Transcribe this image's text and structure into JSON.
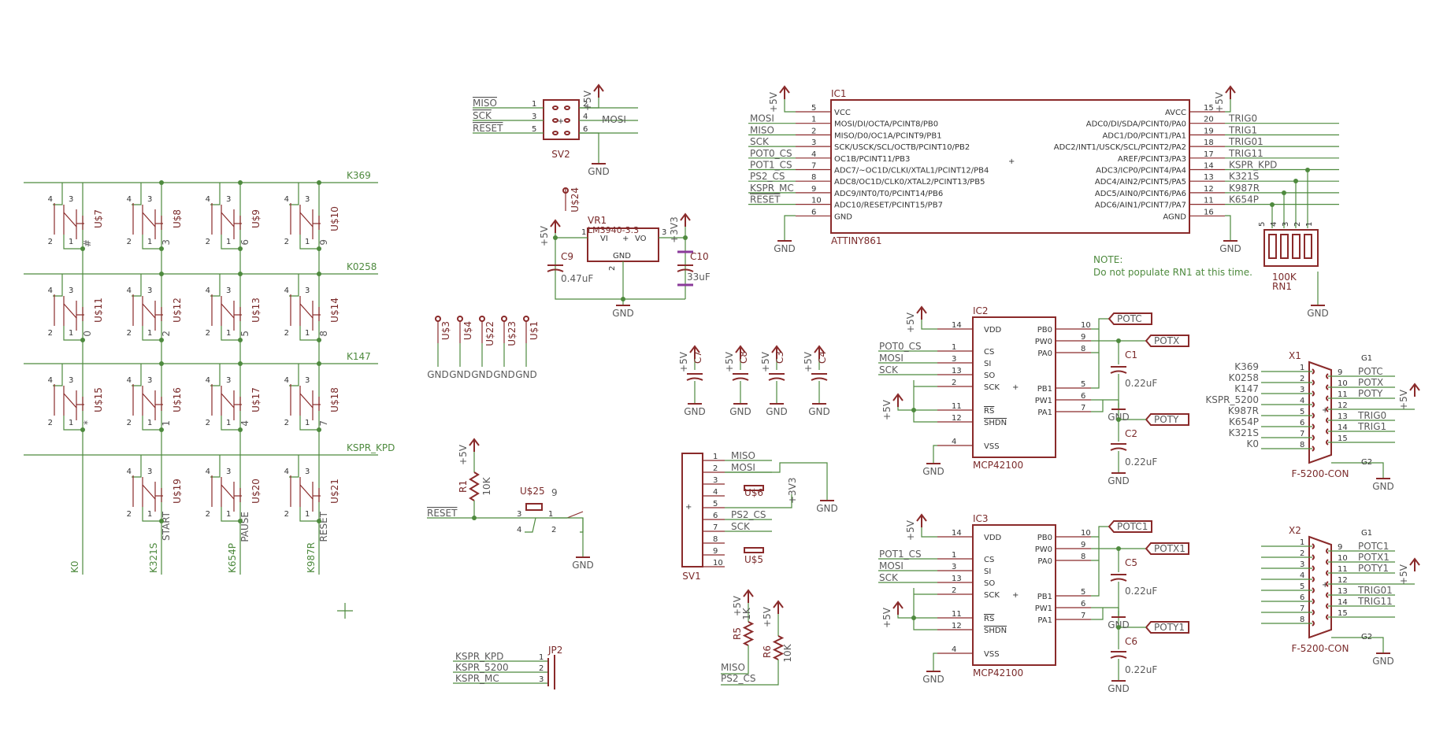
{
  "ic1": {
    "name": "IC1",
    "value": "ATTINY861",
    "left_pins": [
      {
        "num": "5",
        "name": "VCC",
        "net": ""
      },
      {
        "num": "1",
        "name": "MOSI/DI/OCTA/PCINT8/PB0",
        "net": "MOSI"
      },
      {
        "num": "2",
        "name": "MISO/D0/OC1A/PCINT9/PB1",
        "net": "MISO"
      },
      {
        "num": "3",
        "name": "SCK/USCK/SCL/OCTB/PCINT10/PB2",
        "net": "SCK"
      },
      {
        "num": "4",
        "name": "OC1B/PCINT11/PB3",
        "net": "POT0_CS"
      },
      {
        "num": "7",
        "name": "ADC7/~OC1D/CLKI/XTAL1/PCINT12/PB4",
        "net": "POT1_CS"
      },
      {
        "num": "8",
        "name": "ADC8/OC1D/CLK0/XTAL2/PCINT13/PB5",
        "net": "PS2_CS"
      },
      {
        "num": "9",
        "name": "ADC9/INT0/T0/PCINT14/PB6",
        "net": "KSPR_MC"
      },
      {
        "num": "10",
        "name": "ADC10/RESET/PCINT15/PB7",
        "net": "RESET"
      },
      {
        "num": "6",
        "name": "GND",
        "net": ""
      }
    ],
    "right_pins": [
      {
        "num": "15",
        "name": "AVCC",
        "net": ""
      },
      {
        "num": "20",
        "name": "ADC0/DI/SDA/PCINT0/PA0",
        "net": "TRIG0"
      },
      {
        "num": "19",
        "name": "ADC1/D0/PCINT1/PA1",
        "net": "TRIG1"
      },
      {
        "num": "18",
        "name": "ADC2/INT1/USCK/SCL/PCINT2/PA2",
        "net": "TRIG01"
      },
      {
        "num": "17",
        "name": "AREF/PCINT3/PA3",
        "net": "TRIG11"
      },
      {
        "num": "14",
        "name": "ADC3/ICP0/PCINT4/PA4",
        "net": "KSPR_KPD"
      },
      {
        "num": "13",
        "name": "ADC4/AIN2/PCINT5/PA5",
        "net": "K321S"
      },
      {
        "num": "12",
        "name": "ADC5/AIN0/PCINT6/PA6",
        "net": "K987R"
      },
      {
        "num": "11",
        "name": "ADC6/AIN1/PCINT7/PA7",
        "net": "K654P"
      },
      {
        "num": "16",
        "name": "AGND",
        "net": ""
      }
    ]
  },
  "note": {
    "title": "NOTE:",
    "text": "Do not populate RN1 at this time."
  },
  "rn1": {
    "name": "RN1",
    "value": "100K",
    "pins": [
      "5",
      "4",
      "3",
      "2",
      "1"
    ]
  },
  "keypad": {
    "rows": [
      "K369",
      "K0258",
      "K147",
      "KSPR_KPD"
    ],
    "cols": [
      "K0",
      "K321S",
      "K654P",
      "K987R"
    ],
    "switches": [
      {
        "name": "U$7",
        "key": "#"
      },
      {
        "name": "U$8",
        "key": "3"
      },
      {
        "name": "U$9",
        "key": "6"
      },
      {
        "name": "U$10",
        "key": "9"
      },
      {
        "name": "U$11",
        "key": "0"
      },
      {
        "name": "U$12",
        "key": "2"
      },
      {
        "name": "U$13",
        "key": "5"
      },
      {
        "name": "U$14",
        "key": "8"
      },
      {
        "name": "U$15",
        "key": "*"
      },
      {
        "name": "U$16",
        "key": "1"
      },
      {
        "name": "U$17",
        "key": "4"
      },
      {
        "name": "U$18",
        "key": "7"
      },
      {
        "name": "U$19",
        "key": "START"
      },
      {
        "name": "U$20",
        "key": "PAUSE"
      },
      {
        "name": "U$21",
        "key": "RESET"
      }
    ],
    "pin_nums": [
      "4",
      "3",
      "2",
      "1"
    ]
  },
  "sv2": {
    "name": "SV2",
    "left": [
      {
        "net": "MISO",
        "pin": "1"
      },
      {
        "net": "SCK",
        "pin": "3"
      },
      {
        "net": "RESET",
        "pin": "5"
      }
    ],
    "right": [
      {
        "pin": "2",
        "net": "+5V"
      },
      {
        "pin": "4",
        "net": "MOSI"
      },
      {
        "pin": "6",
        "net": "GND"
      }
    ]
  },
  "vr1": {
    "name": "VR1",
    "value": "LM3940-3.3",
    "vi": "VI",
    "vo": "VO",
    "gnd": "GND",
    "pin1": "1",
    "pin2": "2",
    "pin3": "3",
    "in": "+5V",
    "out": "+3V3",
    "sym": "+"
  },
  "c9": {
    "name": "C9",
    "value": "0.47uF"
  },
  "c10": {
    "name": "C10",
    "value": "33uF"
  },
  "u24": "U$24",
  "mounts": [
    "U$3",
    "U$4",
    "U$22",
    "U$23",
    "U$1"
  ],
  "gnd": "GND",
  "vcc": "+5V",
  "decoupling": [
    "C7",
    "C8",
    "C3",
    "C4"
  ],
  "r1": {
    "name": "R1",
    "value": "10K"
  },
  "u25": {
    "name": "U$25",
    "num": "9",
    "pins": [
      "3",
      "1",
      "4",
      "2"
    ]
  },
  "reset_net": "RESET",
  "sv1": {
    "name": "SV1",
    "nets": [
      "MISO",
      "MOSI",
      "",
      "",
      "",
      "PS2_CS",
      "SCK",
      "",
      "",
      ""
    ],
    "u6": "U$6",
    "u5": "U$5",
    "v33": "+3V3"
  },
  "jp2": {
    "name": "JP2",
    "nets": [
      "KSPR_KPD",
      "KSPR_5200",
      "KSPR_MC"
    ],
    "pins": [
      "1",
      "2",
      "3"
    ]
  },
  "r5": {
    "name": "R5",
    "value": "1K"
  },
  "r6": {
    "name": "R6",
    "value": "10K"
  },
  "ps2_nets": [
    "MISO",
    "PS2_CS"
  ],
  "ic2": {
    "name": "IC2",
    "value": "MCP42100",
    "cs": "POT0_CS",
    "potc": "POTC",
    "potx": "POTX",
    "poty": "POTY",
    "c_top": "C1",
    "c_bot": "C2",
    "cval": "0.22uF"
  },
  "ic3": {
    "name": "IC3",
    "value": "MCP42100",
    "cs": "POT1_CS",
    "potc": "POTC1",
    "potx": "POTX1",
    "poty": "POTY1",
    "c_top": "C5",
    "c_bot": "C6",
    "cval": "0.22uF"
  },
  "mcp": {
    "left": [
      {
        "n": "14",
        "s": "VDD"
      },
      {
        "n": "1",
        "s": "CS"
      },
      {
        "n": "3",
        "s": "SI"
      },
      {
        "n": "13",
        "s": "SO"
      },
      {
        "n": "2",
        "s": "SCK"
      },
      {
        "n": "11",
        "s": "RS"
      },
      {
        "n": "12",
        "s": "SHDN"
      },
      {
        "n": "4",
        "s": "VSS"
      }
    ],
    "right": [
      {
        "n": "10",
        "s": "PB0"
      },
      {
        "n": "9",
        "s": "PW0"
      },
      {
        "n": "8",
        "s": "PA0"
      },
      {
        "n": "5",
        "s": "PB1"
      },
      {
        "n": "6",
        "s": "PW1"
      },
      {
        "n": "7",
        "s": "PA1"
      }
    ],
    "spi": [
      "MOSI",
      "SCK"
    ]
  },
  "x1": {
    "name": "X1",
    "value": "F-5200-CON",
    "left_nums": [
      "1",
      "2",
      "3",
      "4",
      "5",
      "6",
      "7",
      "8"
    ],
    "right_nums": [
      "9",
      "10",
      "11",
      "12",
      "13",
      "14",
      "15"
    ],
    "left_nets": [
      "K369",
      "K0258",
      "K147",
      "KSPR_5200",
      "K987R",
      "K654P",
      "K321S",
      "K0"
    ],
    "right_nets": [
      "POTC",
      "POTX",
      "POTY",
      "",
      "TRIG0",
      "TRIG1",
      ""
    ],
    "g1": "G1",
    "g2": "G2"
  },
  "x2": {
    "name": "X2",
    "value": "F-5200-CON",
    "left_nums": [
      "1",
      "2",
      "3",
      "4",
      "5",
      "6",
      "7",
      "8"
    ],
    "right_nums": [
      "9",
      "10",
      "11",
      "12",
      "13",
      "14",
      "15"
    ],
    "right_nets": [
      "POTC1",
      "POTX1",
      "POTY1",
      "",
      "TRIG01",
      "TRIG11",
      ""
    ],
    "g1": "G1",
    "g2": "G2"
  }
}
